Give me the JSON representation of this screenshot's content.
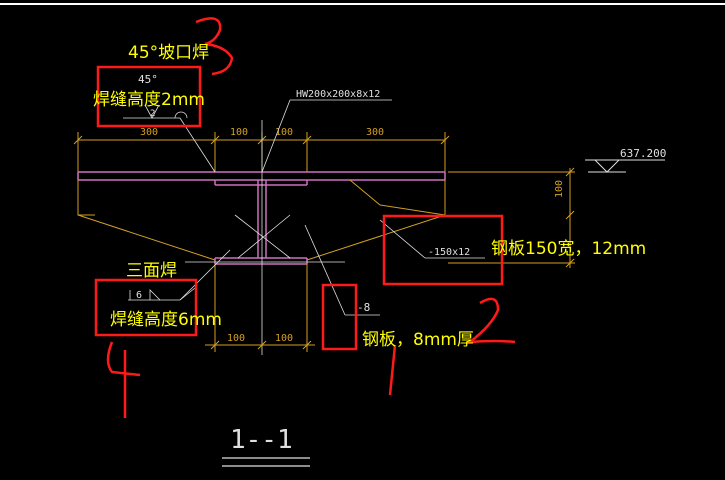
{
  "drawing": {
    "section_label": "1--1",
    "dim_top": [
      "300",
      "100",
      "100",
      "300"
    ],
    "dim_bottom": [
      "100",
      "100"
    ],
    "dim_right": "100",
    "elevation": "637.200",
    "member_label": "HW200x200x8x12",
    "plate_label_150": "-150x12",
    "plate_label_8": "-8",
    "weld_angle": "45°",
    "weld_size_top": "2",
    "weld_size_bottom": "6"
  },
  "annotations": {
    "groove_weld": "45°坡口焊",
    "weld_height_2": "焊缝高度2mm",
    "three_side_weld": "三面焊",
    "weld_height_6": "焊缝高度6mm",
    "plate_150": "钢板150宽，12mm",
    "plate_8": "钢板，8mm厚",
    "marker_1": "1",
    "marker_2": "2",
    "marker_3": "3",
    "marker_4": "4"
  },
  "colors": {
    "background": "#000000",
    "dimension": "#d4a020",
    "steel": "#d070c0",
    "line_white": "#e0e0e0",
    "annotation_text": "#ffff00",
    "markup_red": "#ff1a1a"
  }
}
